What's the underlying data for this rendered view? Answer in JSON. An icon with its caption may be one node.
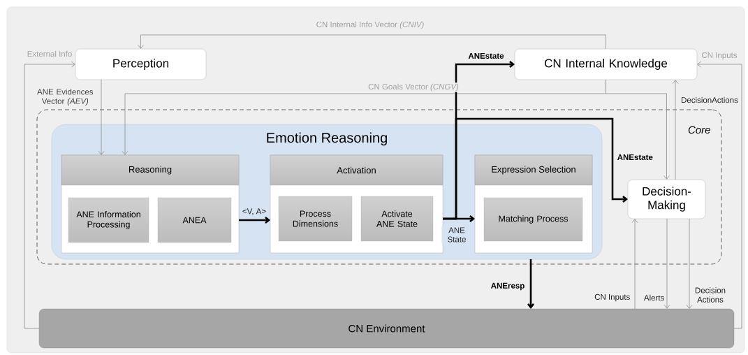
{
  "diagram": {
    "nodes": [
      {
        "text": [
          "Perception"
        ]
      },
      {
        "text": [
          "CN Internal Knowledge"
        ]
      },
      {
        "text": [
          "Core"
        ]
      },
      {
        "text": [
          "Emotion Reasoning"
        ],
        "in": 2
      },
      {
        "text": [
          "Reasoning"
        ],
        "in": 3
      },
      {
        "text": [
          "ANE Information Processing"
        ],
        "in": 4
      },
      {
        "text": [
          "ANEA"
        ],
        "in": 4
      },
      {
        "text": [
          "Activation"
        ],
        "in": 3
      },
      {
        "text": [
          "Process Dimensions"
        ],
        "in": 7
      },
      {
        "text": [
          "Activate ANE State"
        ],
        "in": 7
      },
      {
        "text": [
          "Expression Selection"
        ],
        "in": 3
      },
      {
        "text": [
          "Matching Process"
        ],
        "in": 10
      },
      {
        "text": [
          "Decision-Making"
        ],
        "in": 2
      },
      {
        "text": [
          "CN Environment"
        ]
      }
    ],
    "edges": [
      {
        "from": 13,
        "to": 0,
        "arrow": "to",
        "label": "External Info"
      },
      {
        "from": 1,
        "to": 0,
        "arrow": "to",
        "label": "CN Internal Info Vector *(CNIV)*"
      },
      {
        "from": 0,
        "to": 4,
        "arrow": "to",
        "label": "ANE Evidences Vector *(AEV)*"
      },
      {
        "from": 1,
        "to": 4,
        "arrow": "to",
        "label": "CN Goals Vector *(CNGV)*"
      },
      {
        "from": 1,
        "to": 12,
        "arrow": "to"
      },
      {
        "from": 4,
        "to": 7,
        "arrow": "to",
        "label": "<V, A>",
        "style": "thick",
        "color": "#000000"
      },
      {
        "from": 7,
        "to": 10,
        "arrow": "to",
        "label": "ANE State",
        "style": "thick",
        "color": "#000000"
      },
      {
        "from": 7,
        "to": 1,
        "arrow": "to",
        "label": "ANEstate",
        "style": "thick",
        "color": "#000000"
      },
      {
        "from": 7,
        "to": 12,
        "arrow": "to",
        "label": "ANEstate",
        "style": "thick",
        "color": "#000000"
      },
      {
        "from": 3,
        "to": 13,
        "arrow": "to",
        "label": "ANEresp",
        "style": "thick",
        "color": "#000000"
      },
      {
        "from": 13,
        "to": 1,
        "arrow": "to",
        "label": "CN Inputs"
      },
      {
        "from": 12,
        "to": 1,
        "arrow": "to",
        "label": "DecisionActions"
      },
      {
        "from": 13,
        "to": 12,
        "arrow": "to",
        "label": "CN Inputs"
      },
      {
        "from": 12,
        "to": 13,
        "arrow": "to",
        "label": "Alerts"
      },
      {
        "from": 12,
        "to": 13,
        "arrow": "to",
        "label": "Decision Actions"
      }
    ]
  }
}
